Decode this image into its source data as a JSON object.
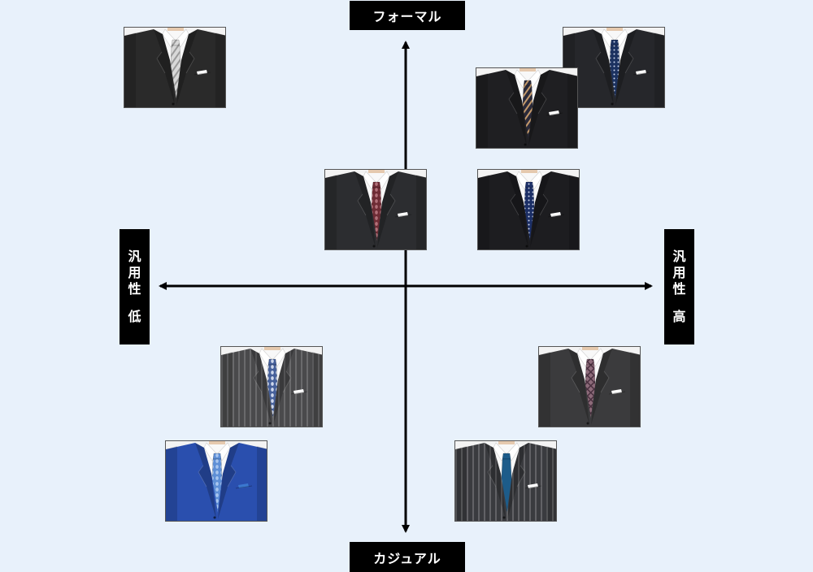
{
  "axes": {
    "top": "フォーマル",
    "bottom": "カジュアル",
    "left": [
      "汎",
      "用",
      "性",
      "低"
    ],
    "right": [
      "汎",
      "用",
      "性",
      "高"
    ]
  },
  "suits": [
    {
      "id": "formal-low",
      "jacket": "#2a2a2a",
      "stripe": false,
      "vest": "#3a3a3a",
      "tie": "#d8d8d8",
      "tieStripe": "#9a9a9a",
      "tiePattern": "stripe",
      "pocket": true
    },
    {
      "id": "formal-high-back",
      "jacket": "#26272b",
      "stripe": false,
      "vest": null,
      "tie": "#1c3260",
      "tieStripe": "#c9d4ea",
      "tiePattern": "dots",
      "pocket": true
    },
    {
      "id": "formal-high-front",
      "jacket": "#1f1f22",
      "stripe": false,
      "vest": null,
      "tie": "#2a2a3a",
      "tieStripe": "#c59a6b",
      "tiePattern": "stripe",
      "pocket": true
    },
    {
      "id": "center-top",
      "jacket": "#2c2d30",
      "stripe": false,
      "vest": null,
      "tie": "#6e2c35",
      "tieStripe": "#b2717a",
      "tiePattern": "paisley",
      "pocket": true
    },
    {
      "id": "right-top",
      "jacket": "#1d1d20",
      "stripe": false,
      "vest": null,
      "tie": "#1c2f66",
      "tieStripe": "#cfd6ea",
      "tiePattern": "dots",
      "pocket": true
    },
    {
      "id": "casual-low-gray",
      "jacket": "#4a4a4c",
      "stripe": true,
      "vest": null,
      "tie": "#46609a",
      "tieStripe": "#cfd8ec",
      "tiePattern": "paisley",
      "pocket": true
    },
    {
      "id": "casual-high-gray",
      "jacket": "#3b3b3d",
      "stripe": false,
      "vest": null,
      "tie": "#8d6b7a",
      "tieStripe": "#4a3040",
      "tiePattern": "check",
      "pocket": true
    },
    {
      "id": "casual-low-blue",
      "jacket": "#2a4fae",
      "stripe": false,
      "vest": null,
      "tie": "#5e8fd6",
      "tieStripe": "#a9c6ef",
      "tiePattern": "paisley",
      "pocket": true,
      "pocketColor": "#3b78cf"
    },
    {
      "id": "casual-high-stripe",
      "jacket": "#3a3b3f",
      "stripe": true,
      "vest": null,
      "tie": "#1d5c8a",
      "tieStripe": "#2d78a8",
      "tiePattern": "plain",
      "pocket": true
    }
  ]
}
